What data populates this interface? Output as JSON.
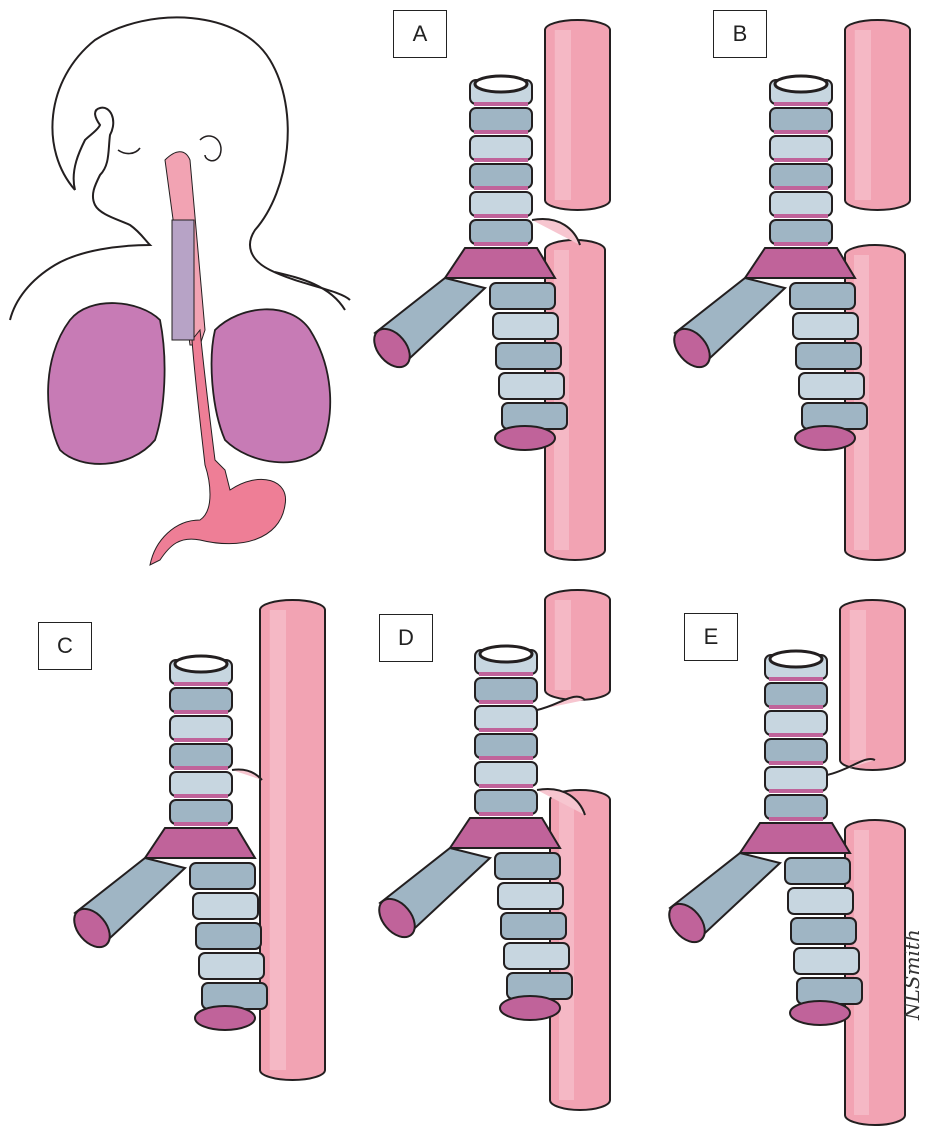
{
  "figure": {
    "panels": [
      {
        "label": "A"
      },
      {
        "label": "B"
      },
      {
        "label": "C"
      },
      {
        "label": "D"
      },
      {
        "label": "E"
      }
    ],
    "signature": "NLSmith"
  },
  "colors": {
    "outline": "#231f20",
    "trachea_fill": "#9fb5c4",
    "trachea_light": "#c7d6e0",
    "esophagus_fill": "#f2a3b3",
    "esophagus_light": "#f7c6d0",
    "ring_inner": "#c0639a",
    "lung_fill": "#c77bb5",
    "stomach_fill": "#ee7e96"
  }
}
